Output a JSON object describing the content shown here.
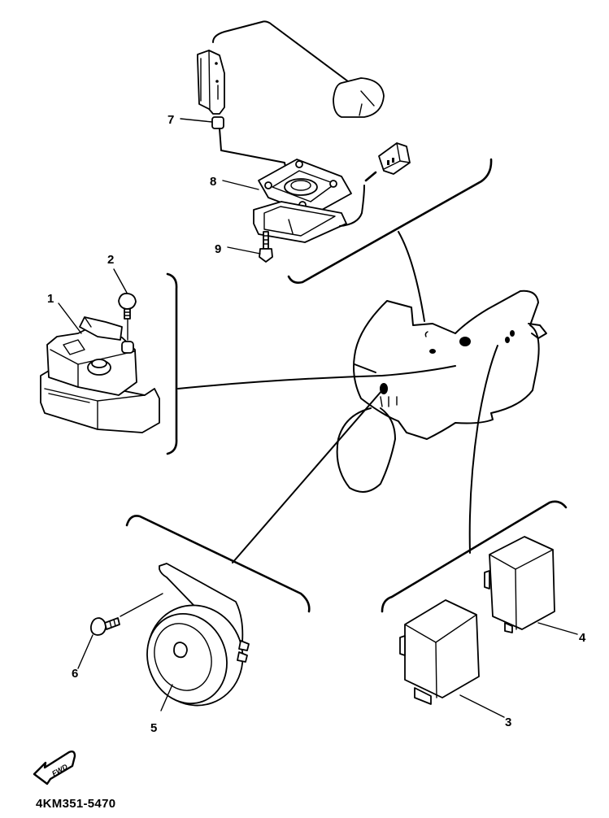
{
  "diagram": {
    "type": "exploded parts diagram",
    "subject": "Motorcycle electrical components",
    "figure_code": "4KM351-5470",
    "direction_indicator": "FWD",
    "callouts": [
      {
        "number": "1",
        "part": "starter relay"
      },
      {
        "number": "2",
        "part": "bolt"
      },
      {
        "number": "3",
        "part": "relay"
      },
      {
        "number": "4",
        "part": "relay"
      },
      {
        "number": "5",
        "part": "horn"
      },
      {
        "number": "6",
        "part": "bolt"
      },
      {
        "number": "7",
        "part": "fuel sender clip"
      },
      {
        "number": "8",
        "part": "fuel sender gasket / flange"
      },
      {
        "number": "9",
        "part": "screw"
      }
    ]
  }
}
